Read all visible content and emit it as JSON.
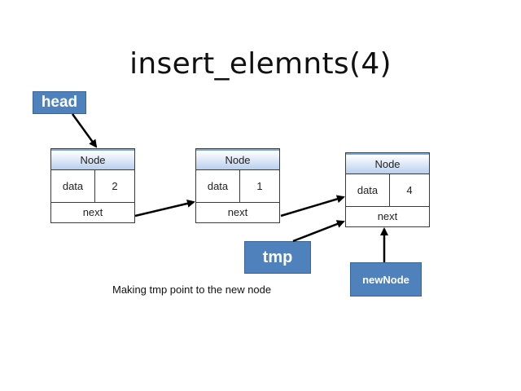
{
  "title": "insert_elemnts(4)",
  "nodes": [
    {
      "header": "Node",
      "data_label": "data",
      "value": "2",
      "next_label": "next"
    },
    {
      "header": "Node",
      "data_label": "data",
      "value": "1",
      "next_label": "next"
    },
    {
      "header": "Node",
      "data_label": "data",
      "value": "4",
      "next_label": "next"
    }
  ],
  "pointers": {
    "head": "head",
    "tmp": "tmp",
    "new_node": "newNode"
  },
  "caption": "Making tmp point to the new node",
  "colors": {
    "pointer_fill": "#4f81bd",
    "header_tint": "#b8cfee",
    "arrow": "#000000"
  }
}
